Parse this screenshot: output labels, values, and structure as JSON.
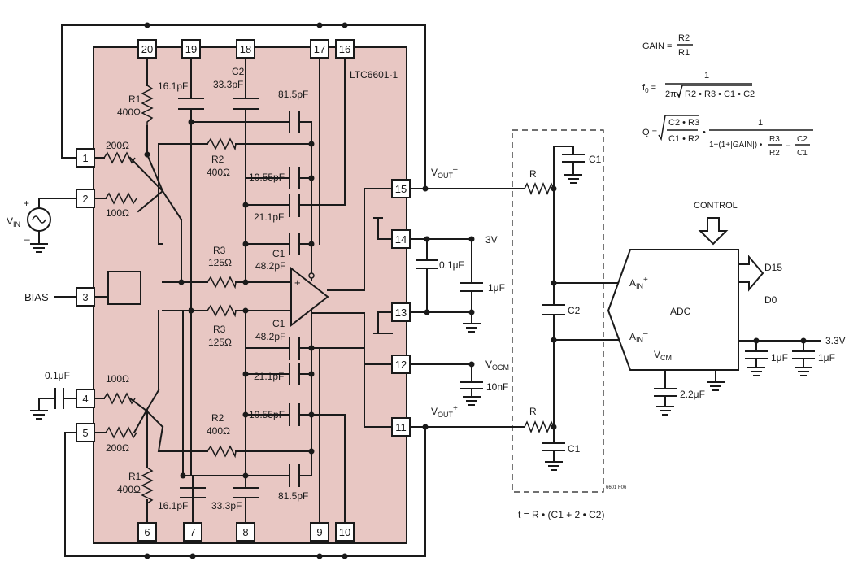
{
  "chip_name": "LTC6601-1",
  "pins": {
    "p1": "1",
    "p2": "2",
    "p3": "3",
    "p4": "4",
    "p5": "5",
    "p6": "6",
    "p7": "7",
    "p8": "8",
    "p9": "9",
    "p10": "10",
    "p11": "11",
    "p12": "12",
    "p13": "13",
    "p14": "14",
    "p15": "15",
    "p16": "16",
    "p17": "17",
    "p18": "18",
    "p19": "19",
    "p20": "20"
  },
  "labels": {
    "r1_top": "R1",
    "r1_top_val": "400Ω",
    "r1_bot": "R1",
    "r1_bot_val": "400Ω",
    "r_200_top": "200Ω",
    "r_100_top": "100Ω",
    "r_100_bot": "100Ω",
    "r_200_bot": "200Ω",
    "r2_top": "R2",
    "r2_top_val": "400Ω",
    "r2_bot": "R2",
    "r2_bot_val": "400Ω",
    "r3_top": "R3",
    "r3_top_val": "125Ω",
    "r3_bot": "R3",
    "r3_bot_val": "125Ω",
    "c_16p_top": "16.1pF",
    "c2_top": "C2",
    "c2_top_val": "33.3pF",
    "c_81p_top": "81.5pF",
    "c_10p_top": "10.55pF",
    "c_21p_top": "21.1pF",
    "c1_top": "C1",
    "c1_top_val": "48.2pF",
    "c1_bot": "C1",
    "c1_bot_val": "48.2pF",
    "c_21p_bot": "21.1pF",
    "c_10p_bot": "10.55pF",
    "c_16p_bot": "16.1pF",
    "c_33p_bot": "33.3pF",
    "c_81p_bot": "81.5pF",
    "vin_main": "V",
    "vin_sub": "IN",
    "plus": "+",
    "minus": "–",
    "bias": "BIAS",
    "cap_01u_left": "0.1μF",
    "vout_neg_main": "V",
    "vout_neg_sub": "OUT",
    "vout_neg_sup": "–",
    "vout_pos_main": "V",
    "vout_pos_sub": "OUT",
    "vout_pos_sup": "+",
    "v3": "3V",
    "cap_01u_supply": "0.1μF",
    "cap_1u_supply": "1μF",
    "vocm_main": "V",
    "vocm_sub": "OCM",
    "cap_10n": "10nF",
    "r_top": "R",
    "r_bot": "R",
    "c1_ext_top": "C1",
    "c1_ext_bot": "C1",
    "c2_ext": "C2",
    "control": "CONTROL",
    "adc": "ADC",
    "ain_pos_main": "A",
    "ain_pos_sub": "IN",
    "ain_pos_sup": "+",
    "ain_neg_main": "A",
    "ain_neg_sub": "IN",
    "ain_neg_sup": "–",
    "vcm_main": "V",
    "vcm_sub": "CM",
    "d15": "D15",
    "d0": "D0",
    "v33": "3.3V",
    "cap_1u_a": "1μF",
    "cap_1u_b": "1μF",
    "cap_22u": "2.2μF",
    "fig_id": "6601 F06",
    "tau_eq": "t = R • (C1 + 2 • C2)"
  },
  "equations": {
    "gain_lhs": "GAIN =",
    "gain_num": "R2",
    "gain_den": "R1",
    "f0_lhs": "f",
    "f0_sub": "0",
    "f0_eq": " =",
    "f0_num": "1",
    "f0_den_a": "2π",
    "f0_den_b": "R2 • R3 • C1 • C2",
    "q_lhs": "Q =",
    "q_sqrt_num": "C2 • R3",
    "q_sqrt_den": "C1 • R2",
    "q_dot": "•",
    "q_frac_num": "1",
    "q_frac_den": "1+(1+|GAIN|) •",
    "q_r3": "R3",
    "q_r2": "R2",
    "q_minus": "–",
    "q_c2": "C2",
    "q_c1": "C1"
  },
  "colors": {
    "chip_fill": "#e8c7c3",
    "wire": "#1a1a1a",
    "background": "#ffffff"
  }
}
